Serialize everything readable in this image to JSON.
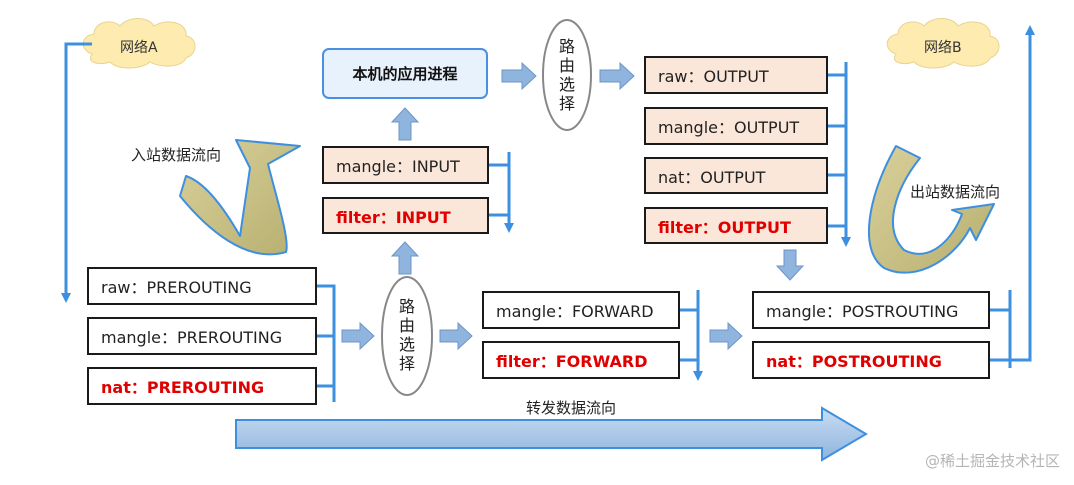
{
  "network_a": "网络A",
  "network_b": "网络B",
  "inbound_label": "入站数据流向",
  "outbound_label": "出站数据流向",
  "forward_label": "转发数据流向",
  "app_process": "本机的应用进程",
  "routing_1": "路由选择",
  "routing_2": "路由选择",
  "input_chain": [
    "mangle：INPUT",
    "filter：INPUT"
  ],
  "output_chain": [
    "raw：OUTPUT",
    "mangle：OUTPUT",
    "nat：OUTPUT",
    "filter：OUTPUT"
  ],
  "prerouting_chain": [
    "raw：PREROUTING",
    "mangle：PREROUTING",
    "nat：PREROUTING"
  ],
  "forward_chain": [
    "mangle：FORWARD",
    "filter：FORWARD"
  ],
  "postrouting_chain": [
    "mangle：POSTROUTING",
    "nat：POSTROUTING"
  ],
  "watermark": "@稀土掘金技术社区",
  "colors": {
    "flow_line": "#3d8fe0",
    "block_arrow": "#8fb4de",
    "curve_fill": "#c7bf86",
    "peach_box": "#fbe7d9",
    "highlight_text": "#e00000",
    "cloud": "#fdebb0"
  }
}
